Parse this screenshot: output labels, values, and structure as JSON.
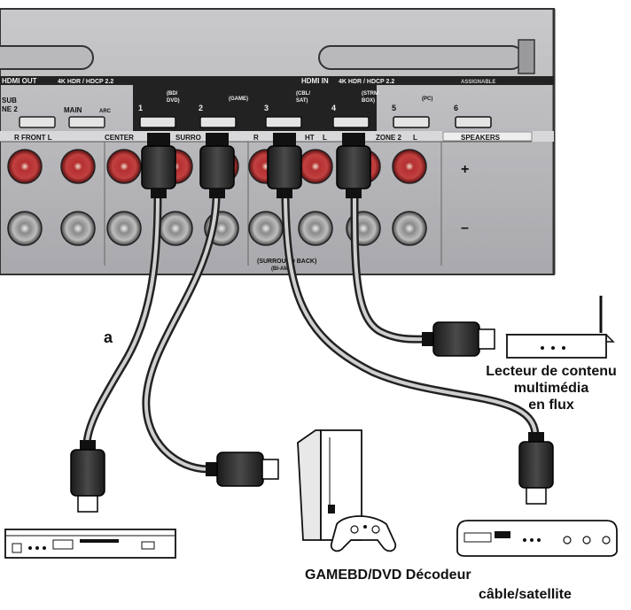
{
  "panel": {
    "hdmi_out_label": "HDMI OUT",
    "hdmi_out_spec": "4K HDR / HDCP 2.2",
    "hdmi_in_label": "HDMI IN",
    "hdmi_in_spec": "4K HDR / HDCP 2.2",
    "assignable": "ASSIGNABLE",
    "sub_top": "SUB",
    "zone2_small": "NE 2",
    "main": "MAIN",
    "arc": "ARC",
    "ports": [
      {
        "num": "1",
        "sub": "(BD/",
        "sub2": "DVD)"
      },
      {
        "num": "2",
        "sub": "(GAME)",
        "sub2": ""
      },
      {
        "num": "3",
        "sub": "(CBL/",
        "sub2": "SAT)"
      },
      {
        "num": "4",
        "sub": "(STRM",
        "sub2": "BOX)"
      },
      {
        "num": "5",
        "sub": "(PC)",
        "sub2": ""
      },
      {
        "num": "6",
        "sub": "",
        "sub2": ""
      }
    ],
    "front": "R   FRONT   L",
    "center": "CENTER",
    "surround": "SURRO",
    "r_label": "R",
    "ht_label": "HT",
    "l_label": "L",
    "zone2": "ZONE 2",
    "l2": "L",
    "speakers": "SPEAKERS",
    "plus": "+",
    "minus": "–",
    "surround_back": "(SURROUND BACK)",
    "bi_amp": "(BI-AMP)"
  },
  "labels": {
    "cable_a": "a",
    "streaming_line1": "Lecteur de contenu",
    "streaming_line2": "multimédia",
    "streaming_line3": "en flux",
    "game_bd_dvd": "GAMEBD/DVD Décodeur",
    "cable_sat": "câble/satellite"
  }
}
